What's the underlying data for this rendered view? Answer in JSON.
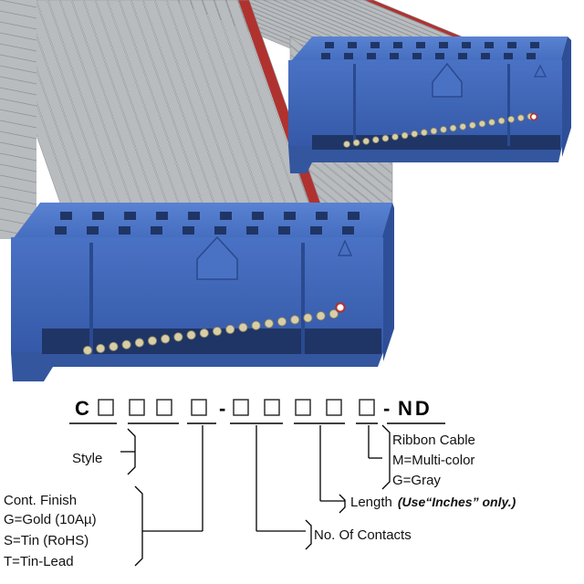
{
  "part_number": {
    "prefix": "C",
    "separator_1": "-",
    "separator_2": "-",
    "suffix": "ND"
  },
  "labels": {
    "style": "Style",
    "finish_title": "Cont. Finish",
    "finish_gold": "G=Gold (10Aµ)",
    "finish_tin": "S=Tin (RoHS)",
    "finish_tinlead": "T=Tin-Lead",
    "contacts": "No. Of Contacts",
    "length": "Length",
    "length_note": "(Use“Inches” only.)",
    "ribbon_title": "Ribbon Cable",
    "ribbon_multicolor": "M=Multi-color",
    "ribbon_gray": "G=Gray"
  },
  "colors": {
    "connector_blue": "#3f65b5",
    "connector_dark": "#2b4c94",
    "cable_gray": "#b9bcbf",
    "cable_red": "#b0322f",
    "pin_gold": "#d8cfa8",
    "line": "#000000"
  }
}
